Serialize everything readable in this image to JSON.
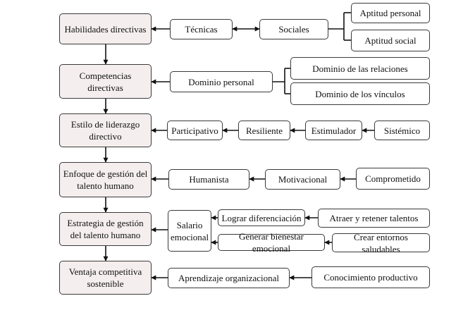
{
  "colors": {
    "main_fill": "#f5eeee",
    "box_fill": "#ffffff",
    "border": "#3a3a3a",
    "line": "#111111"
  },
  "rows": [
    {
      "main": "Habilidades directivas",
      "nodes": [
        "Técnicas",
        "Sociales",
        "Aptitud personal",
        "Aptitud social"
      ]
    },
    {
      "main": "Competencias directivas",
      "nodes": [
        "Dominio personal",
        "Dominio de las relaciones",
        "Dominio de los vínculos"
      ]
    },
    {
      "main": "Estilo de liderazgo directivo",
      "nodes": [
        "Participativo",
        "Resiliente",
        "Estimulador",
        "Sistémico"
      ]
    },
    {
      "main": "Enfoque de gestión del talento humano",
      "nodes": [
        "Humanista",
        "Motivacional",
        "Comprometido"
      ]
    },
    {
      "main": "Estrategia de gestión del talento humano",
      "nodes": [
        "Salario emocional",
        "Lograr diferenciación",
        "Generar bienestar emocional",
        "Atraer y retener talentos",
        "Crear entornos saludables"
      ]
    },
    {
      "main": "Ventaja competitiva sostenible",
      "nodes": [
        "Aprendizaje organizacional",
        "Conocimiento productivo"
      ]
    }
  ]
}
